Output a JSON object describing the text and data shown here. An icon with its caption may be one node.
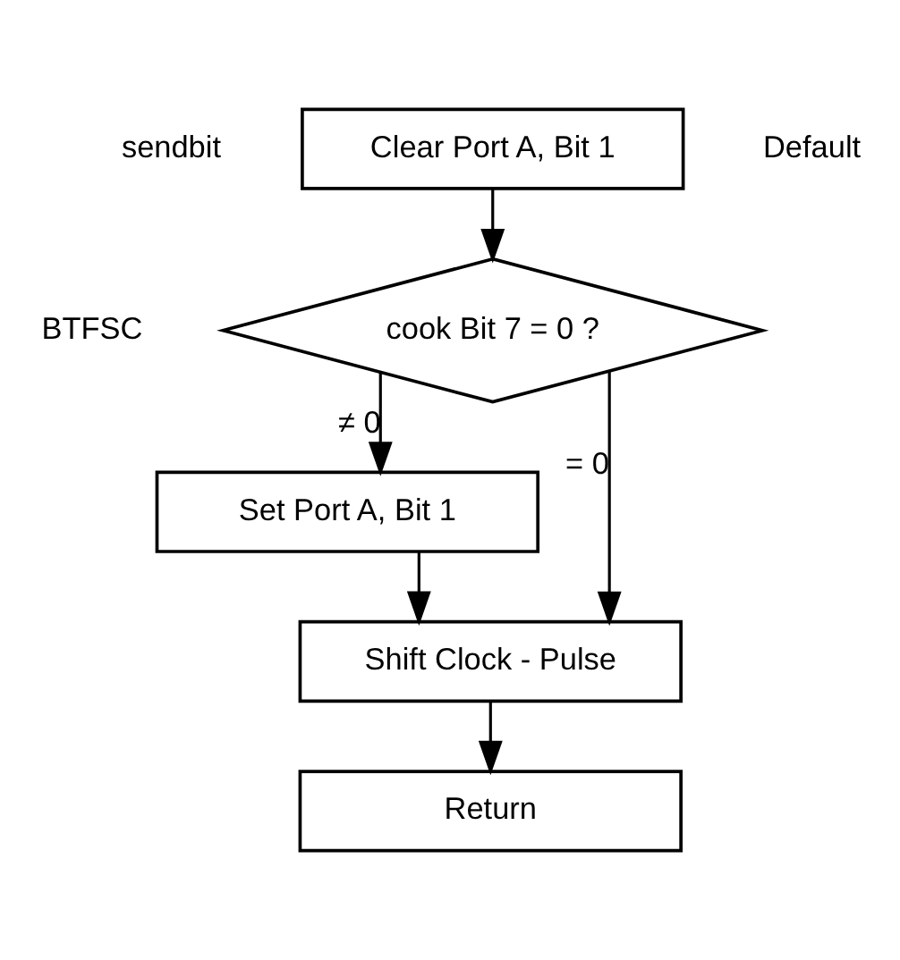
{
  "diagram": {
    "nodes": [
      {
        "text": [
          "Clear Port A, Bit 1"
        ],
        "beside": [
          "sendbit",
          "Default"
        ]
      },
      {
        "text": [
          "cook Bit 7 = 0 ?"
        ],
        "beside": [
          "BTFSC"
        ]
      },
      {
        "text": [
          "Set Port A, Bit 1"
        ]
      },
      {
        "text": [
          "Shift Clock - Pulse"
        ]
      },
      {
        "text": [
          "Return"
        ]
      }
    ],
    "edges": [
      {
        "from": 0,
        "to": 1,
        "arrow": "to"
      },
      {
        "from": 1,
        "to": 2,
        "arrow": "to",
        "label": "≠ 0"
      },
      {
        "from": 1,
        "to": 3,
        "arrow": "to",
        "label": "= 0"
      },
      {
        "from": 2,
        "to": 3,
        "arrow": "to"
      },
      {
        "from": 3,
        "to": 4,
        "arrow": "to"
      }
    ]
  }
}
